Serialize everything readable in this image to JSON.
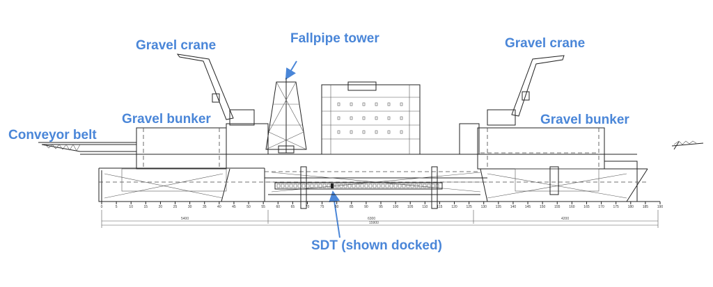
{
  "labels": {
    "gravel_crane_left": "Gravel crane",
    "fallpipe_tower": "Fallpipe tower",
    "gravel_crane_right": "Gravel crane",
    "gravel_bunker_left": "Gravel bunker",
    "gravel_bunker_right": "Gravel bunker",
    "conveyor_belt": "Conveyor belt",
    "sdt": "SDT (shown docked)"
  },
  "frame_scale": {
    "start": 0,
    "end": 190,
    "step": 5
  },
  "dimensions": {
    "seg1": "5400",
    "seg2": "6300",
    "seg3": "4200",
    "total": "15900"
  },
  "colors": {
    "label": "#4a86d8",
    "drawing": "#222222"
  }
}
